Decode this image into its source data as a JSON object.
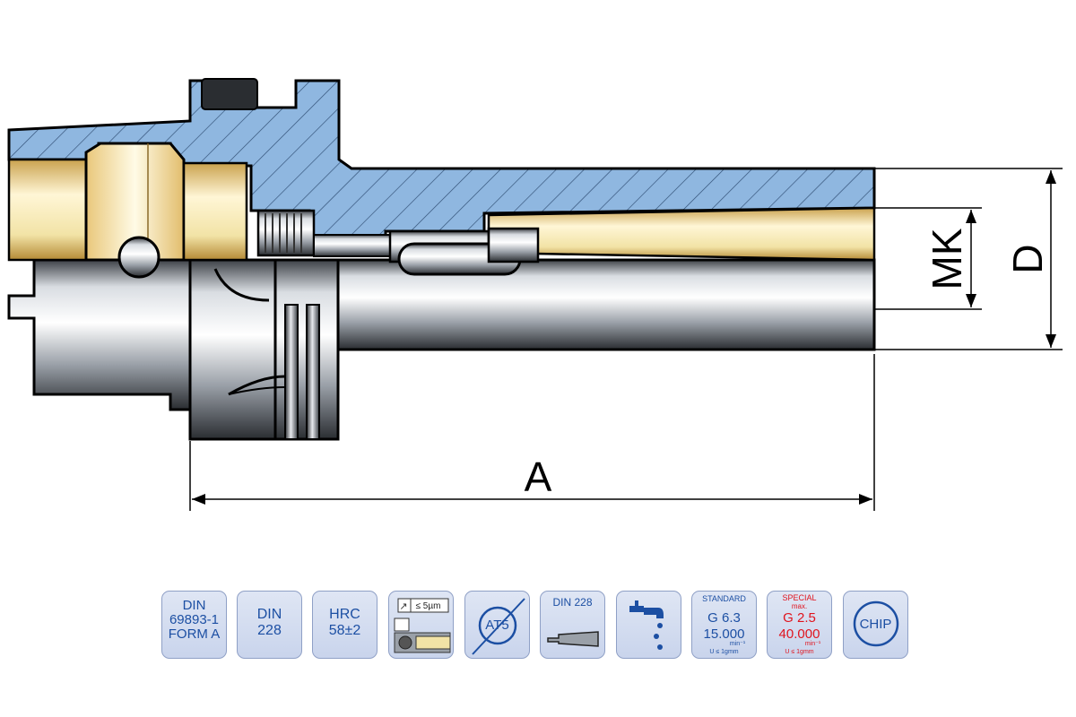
{
  "dimensions": {
    "length": "A",
    "diameter": "D",
    "taper": "MK"
  },
  "badges": {
    "din69893": {
      "line1": "DIN",
      "line2": "69893-1",
      "line3": "FORM A",
      "icon": "din-69893-1-form-a-badge"
    },
    "din228": {
      "line1": "DIN",
      "line2": "228",
      "icon": "din-228-badge"
    },
    "hrc": {
      "line1": "HRC",
      "line2": "58±2",
      "icon": "hardness-badge"
    },
    "runout": {
      "label": "≤ 5µm",
      "icon": "runout-gauge-icon"
    },
    "at5": {
      "label": "AT5",
      "icon": "at5-taper-tolerance-icon"
    },
    "din228_tool": {
      "label": "DIN 228",
      "icon": "morse-taper-shank-icon"
    },
    "coolant": {
      "icon": "coolant-tap-icon"
    },
    "standard": {
      "header": "STANDARD",
      "grade": "G 6.3",
      "rpm": "15.000",
      "unit": "min⁻¹",
      "tolerance": "U ≤ 1gmm"
    },
    "special": {
      "header": "SPECIAL",
      "max": "max.",
      "grade": "G 2.5",
      "rpm": "40.000",
      "unit": "min⁻¹",
      "tolerance": "U ≤ 1gmm"
    },
    "chip": {
      "label": "CHIP",
      "icon": "chip-badge"
    }
  },
  "colors": {
    "section_blue": "#8fb7e0",
    "badge_text": "#1c4fa3",
    "special_red": "#e0141e",
    "brass": "#f2e3a6"
  }
}
